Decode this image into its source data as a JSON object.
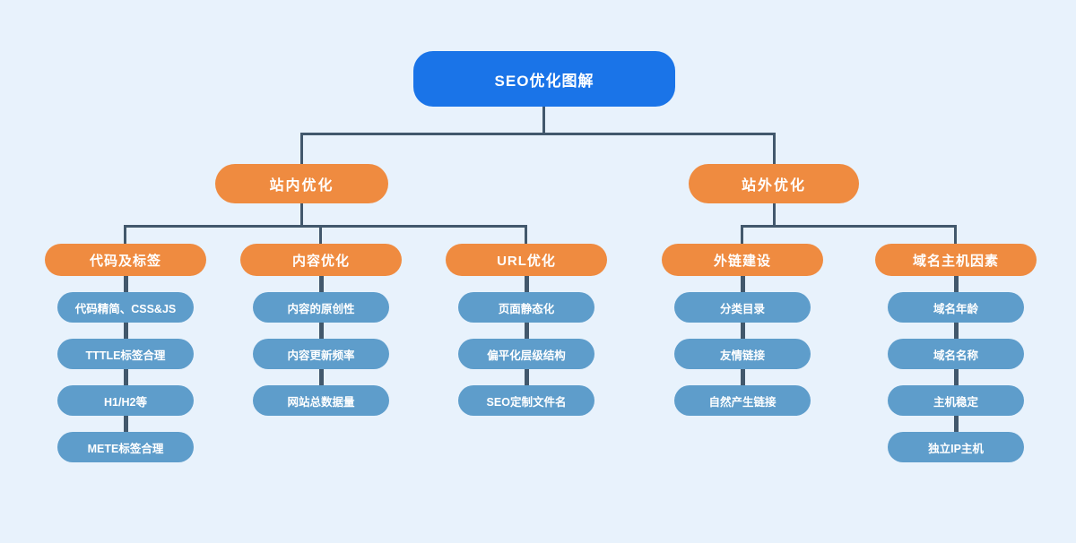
{
  "diagram": {
    "root": "SEO优化图解",
    "branches": [
      {
        "label": "站内优化",
        "groups": [
          {
            "label": "代码及标签",
            "items": [
              "代码精简、CSS&JS",
              "TTTLE标签合理",
              "H1/H2等",
              "METE标签合理"
            ]
          },
          {
            "label": "内容优化",
            "items": [
              "内容的原创性",
              "内容更新频率",
              "网站总数据量"
            ]
          },
          {
            "label": "URL优化",
            "items": [
              "页面静态化",
              "偏平化层级结构",
              "SEO定制文件名"
            ]
          }
        ]
      },
      {
        "label": "站外优化",
        "groups": [
          {
            "label": "外链建设",
            "items": [
              "分类目录",
              "友情链接",
              "自然产生链接"
            ]
          },
          {
            "label": "域名主机因素",
            "items": [
              "域名年龄",
              "域名名称",
              "主机稳定",
              "独立IP主机"
            ]
          }
        ]
      }
    ]
  },
  "colors": {
    "background": "#e8f2fc",
    "root_node": "#1a74e8",
    "category_node": "#ef8b40",
    "leaf_node": "#5e9dcb",
    "connector_line": "#42586c",
    "node_text": "#ffffff"
  }
}
